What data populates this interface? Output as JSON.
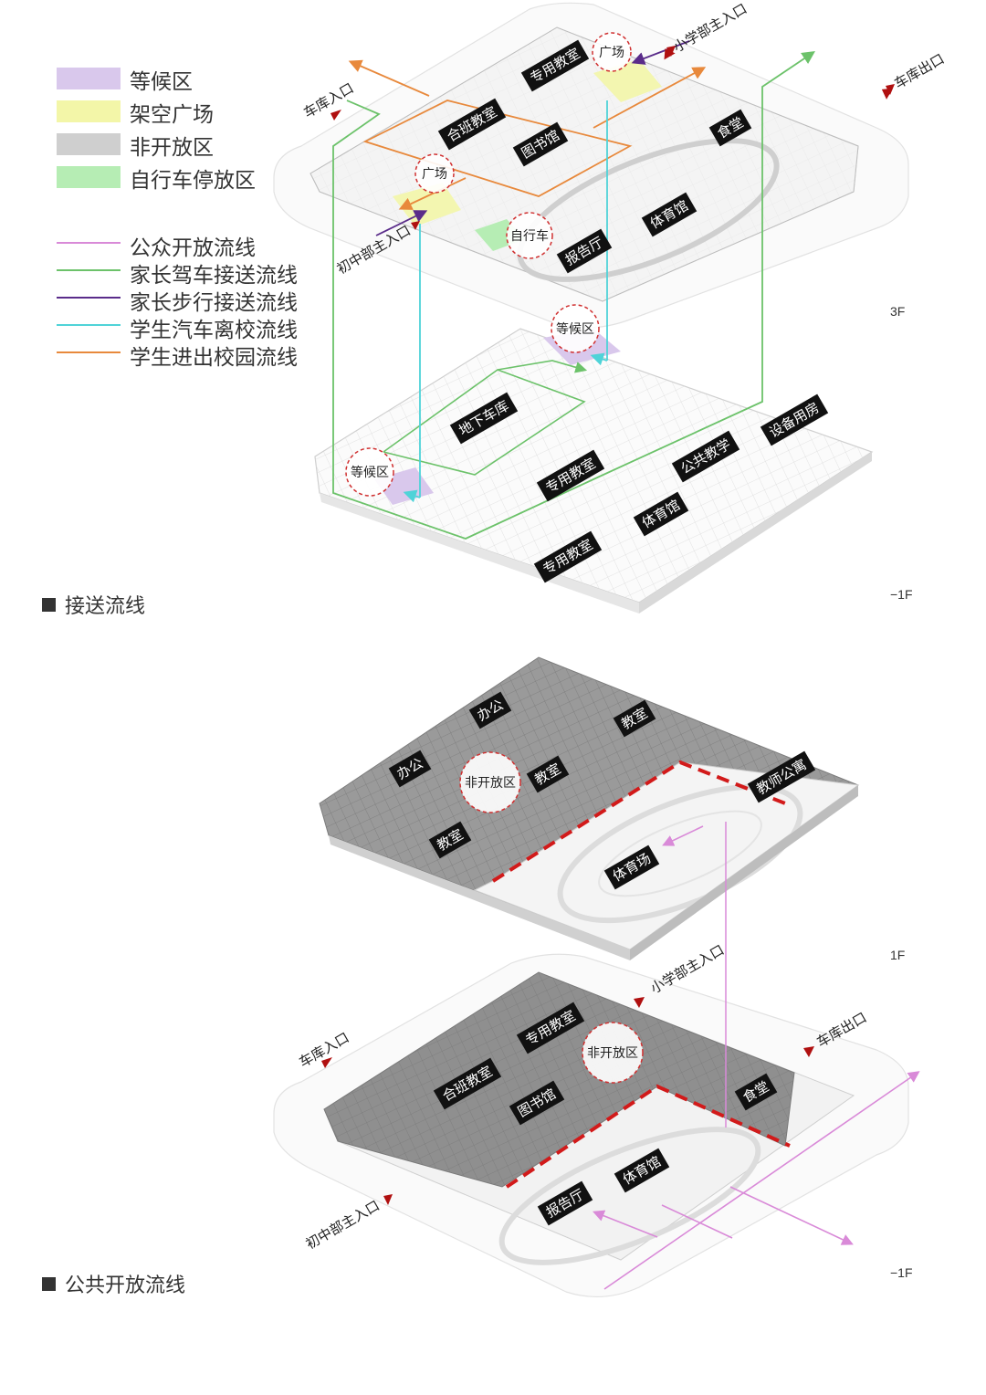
{
  "legend": {
    "swatches": [
      {
        "label": "等候区",
        "color": "#d9c8ec"
      },
      {
        "label": "架空广场",
        "color": "#f3f6a8"
      },
      {
        "label": "非开放区",
        "color": "#cfcfcf"
      },
      {
        "label": "自行车停放区",
        "color": "#b6edb4"
      }
    ],
    "lines": [
      {
        "label": "公众开放流线",
        "color": "#d98ad8"
      },
      {
        "label": "家长驾车接送流线",
        "color": "#6cc26a"
      },
      {
        "label": "家长步行接送流线",
        "color": "#5a2c8a"
      },
      {
        "label": "学生汽车离校流线",
        "color": "#4fd3d8"
      },
      {
        "label": "学生进出校园流线",
        "color": "#e8893c"
      }
    ]
  },
  "sections": {
    "pickup": "接送流线",
    "public": "公共开放流线"
  },
  "floors": {
    "f3": "3F",
    "b1_top": "−1F",
    "f1": "1F",
    "b1_bottom": "−1F"
  },
  "diagram1": {
    "top_tags": {
      "zhuanyong": "专用教室",
      "heban": "合班教室",
      "tushuguan": "图书馆",
      "shitang": "食堂",
      "tiyuguan": "体育馆",
      "baogaoting": "报告厅"
    },
    "top_circles": {
      "guangchang_a": "广场",
      "guangchang_b": "广场",
      "zixingche": "自行车"
    },
    "top_entries": {
      "xiaoxue": "小学部主入口",
      "cheku_chukou": "车库出口",
      "cheku_rukou": "车库入口",
      "chuzhong": "初中部主入口"
    },
    "bottom_tags": {
      "dixia": "地下车库",
      "zhuanyong_a": "专用教室",
      "gonggong": "公共教学",
      "shebei": "设备用房",
      "tiyuguan": "体育馆",
      "zhuanyong_b": "专用教室"
    },
    "bottom_circles": {
      "denghou_a": "等候区",
      "denghou_b": "等候区"
    }
  },
  "diagram2": {
    "top_tags": {
      "bangong_a": "办公",
      "bangong_b": "办公",
      "jiaoshi_a": "教室",
      "jiaoshi_b": "教室",
      "jiaoshi_c": "教室",
      "jiaoshi_gongyu": "教师公寓",
      "tiyuchang": "体育场"
    },
    "top_circles": {
      "feikaifang": "非开放区"
    },
    "bottom_tags": {
      "zhuanyong": "专用教室",
      "heban": "合班教室",
      "tushuguan": "图书馆",
      "shitang": "食堂",
      "tiyuguan": "体育馆",
      "baogaoting": "报告厅"
    },
    "bottom_circles": {
      "feikaifang": "非开放区"
    },
    "bottom_entries": {
      "xiaoxue": "小学部主入口",
      "cheku_rukou": "车库入口",
      "cheku_chukou": "车库出口",
      "chuzhong": "初中部主入口"
    }
  }
}
